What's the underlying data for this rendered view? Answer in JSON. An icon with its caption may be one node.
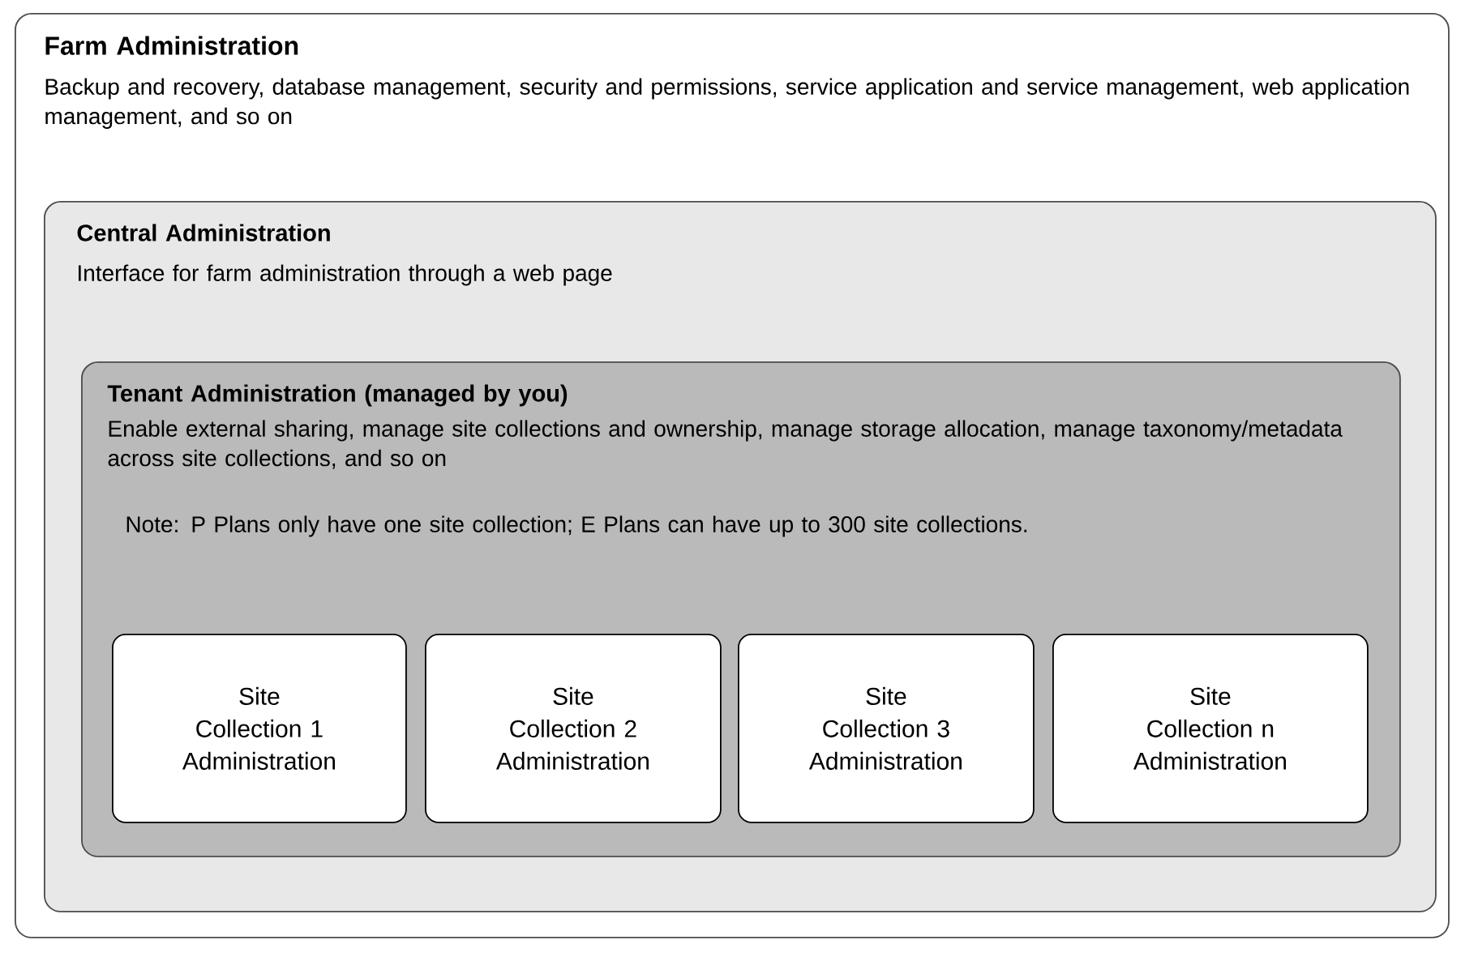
{
  "diagram": {
    "nodes": [
      {
        "text": [
          "Farm Administration",
          "Backup and recovery, database management, security and permissions, service application and service management, web application management, and so on"
        ]
      },
      {
        "text": [
          "Central Administration",
          "Interface for farm administration through a web page"
        ],
        "in": 0
      },
      {
        "text": [
          "Tenant Administration (managed by you)",
          "Enable external sharing, manage site collections and ownership, manage storage allocation, manage taxonomy/metadata across site collections, and so on",
          "Note: P Plans only have one site collection; E Plans can have up to 300 site collections."
        ],
        "in": 1
      },
      {
        "text": [
          "Site Collection 1 Administration"
        ],
        "in": 2
      },
      {
        "text": [
          "Site Collection 2 Administration"
        ],
        "in": 2
      },
      {
        "text": [
          "Site Collection 3 Administration"
        ],
        "in": 2
      },
      {
        "text": [
          "Site Collection n Administration"
        ],
        "in": 2
      }
    ]
  }
}
